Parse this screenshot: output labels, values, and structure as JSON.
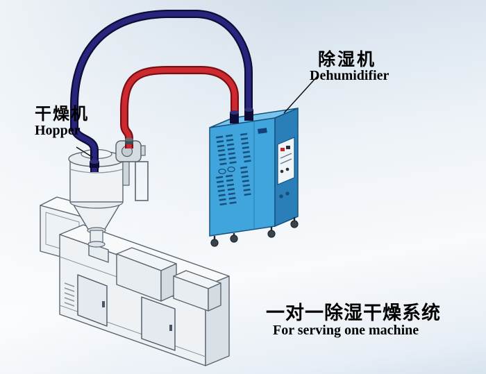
{
  "labels": {
    "hopper": {
      "zh": "干燥机",
      "en": "Hopper"
    },
    "dehumidifier": {
      "zh": "除湿机",
      "en": "Dehumidifier"
    },
    "caption": {
      "zh": "一对一除湿干燥系统",
      "en": "For serving one machine"
    }
  },
  "colors": {
    "pipe_blue": "#28267c",
    "pipe_blue_outline": "#0d0b38",
    "pipe_red": "#cc2a30",
    "pipe_red_outline": "#7a0f14",
    "cabinet_front": "#41a5dd",
    "cabinet_top": "#79c4ec",
    "cabinet_side": "#2b7fb8",
    "cabinet_outline": "#16517e",
    "machine_front": "#eef2f5",
    "machine_top": "#f7f9fa",
    "machine_side": "#d9e1e7",
    "machine_outline": "#5a6570"
  }
}
